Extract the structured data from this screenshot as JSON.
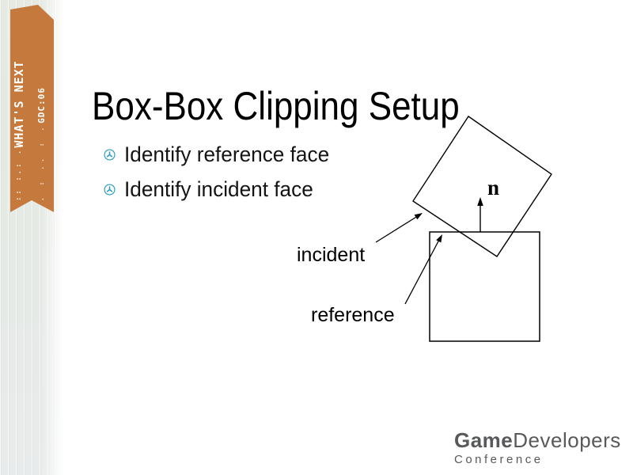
{
  "slide": {
    "title": "Box-Box Clipping Setup",
    "bullets": [
      {
        "label": "Identify reference face"
      },
      {
        "label": "Identify incident face"
      }
    ]
  },
  "ribbon": {
    "main_text": "WHAT'S NEXT",
    "main_dots": ":: :.: .",
    "sub_text": "GDC:06",
    "sub_dots": ". : .. : ."
  },
  "diagram": {
    "normal_label": "n",
    "incident_label": "incident",
    "reference_label": "reference"
  },
  "footer": {
    "logo_bold": "Game",
    "logo_regular": "Developers",
    "logo_sub": "Conference"
  },
  "colors": {
    "ribbon_orange": "#C6793C",
    "bullet_icon_teal": "#2D9DBE",
    "logo_gray": "#58595B",
    "diagram_line": "#000000"
  }
}
